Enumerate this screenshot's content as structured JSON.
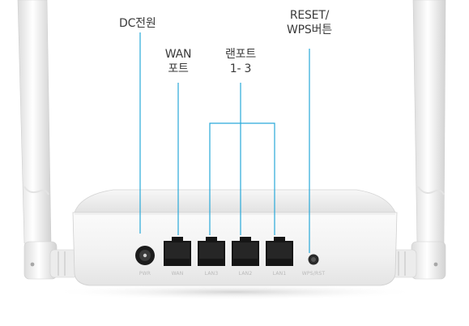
{
  "callouts": {
    "dc_power": "DC전원",
    "wan_line1": "WAN",
    "wan_line2": "포트",
    "lan_line1": "랜포트",
    "lan_line2": "1- 3",
    "reset_line1": "RESET/",
    "reset_line2": "WPS버튼"
  },
  "port_labels": {
    "pwr": "PWR",
    "wan": "WAN",
    "lan3": "LAN3",
    "lan2": "LAN2",
    "lan1": "LAN1",
    "wps_rst": "WPS/RST"
  },
  "colors": {
    "leader_line": "#29a9d9",
    "label_text": "#3a3a3a",
    "router_body": "#f2f2f2"
  }
}
